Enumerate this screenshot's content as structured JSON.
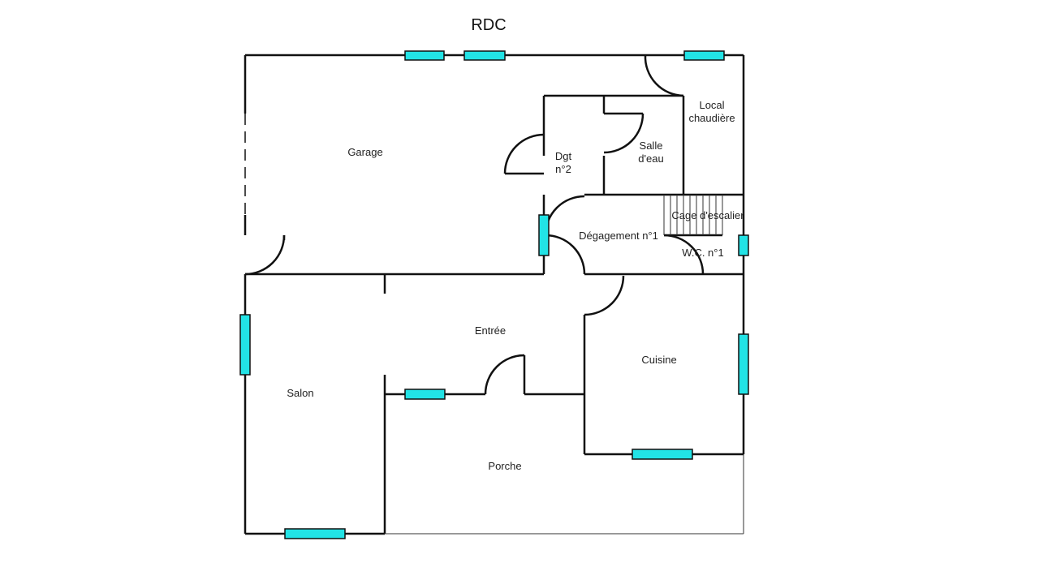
{
  "title": "RDC",
  "rooms": {
    "garage": "Garage",
    "dgt2_line1": "Dgt",
    "dgt2_line2": "n°2",
    "salle_eau_line1": "Salle",
    "salle_eau_line2": "d'eau",
    "local_line1": "Local",
    "local_line2": "chaudière",
    "cage": "Cage d'escalier",
    "degagement": "Dégagement n°1",
    "wc": "W.C. n°1",
    "entree": "Entrée",
    "cuisine": "Cuisine",
    "salon": "Salon",
    "porche": "Porche"
  },
  "colors": {
    "window": "#22e3e6",
    "wall": "#111111"
  }
}
